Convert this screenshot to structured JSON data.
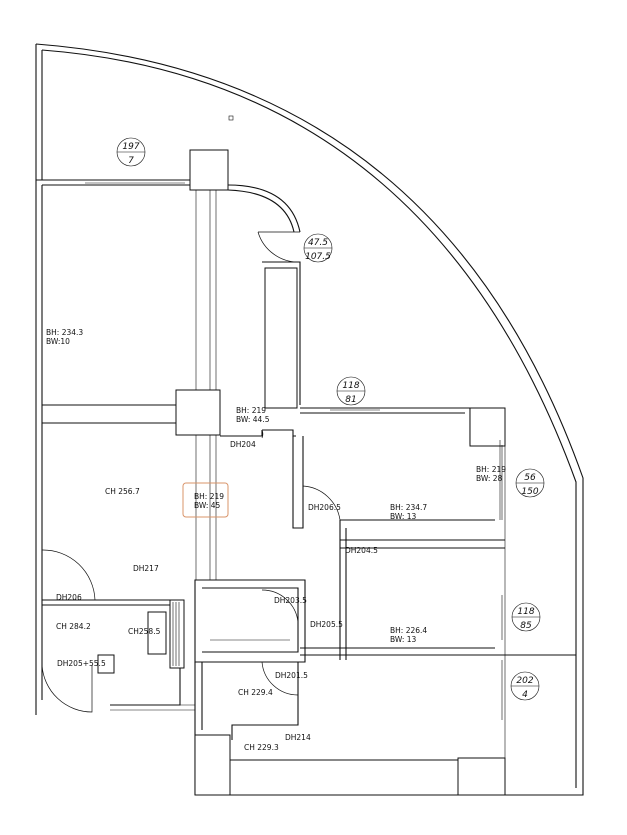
{
  "plan": {
    "labels": {
      "bh_234_3": "BH: 234.3",
      "bw_10": "BW:10",
      "ch_256_7": "CH  256.7",
      "bh_219_a": "BH: 219",
      "bw_44_5": "BW: 44.5",
      "dh204": "DH204",
      "bh_219_b": "BH: 219",
      "bw_45": "BW: 45",
      "bh_219_c": "BH: 219",
      "bw_28": "BW: 28",
      "dh206_5": "DH206.5",
      "bh_234_7": "BH: 234.7",
      "bw_13_a": "BW: 13",
      "dh204_5": "DH204.5",
      "dh217": "DH217",
      "dh206": "DH206",
      "ch_284_2": "CH  284.2",
      "ch_258_5": "CH258.5",
      "dh205_5_a": "DH205+55.5",
      "dh203_5": "DH203.5",
      "dh205_5_b": "DH205.5",
      "bh_226_4": "BH: 226.4",
      "bw_13_b": "BW: 13",
      "dh201_5": "DH201.5",
      "ch_229_4": "CH  229.4",
      "dh214": "DH214",
      "ch_229_3": "CH  229.3"
    },
    "bubbles": [
      {
        "top": "197",
        "bottom": "7"
      },
      {
        "top": "47.5",
        "bottom": "107.5"
      },
      {
        "top": "118",
        "bottom": "81"
      },
      {
        "top": "56",
        "bottom": "150"
      },
      {
        "top": "118",
        "bottom": "85"
      },
      {
        "top": "202",
        "bottom": "4"
      }
    ]
  }
}
